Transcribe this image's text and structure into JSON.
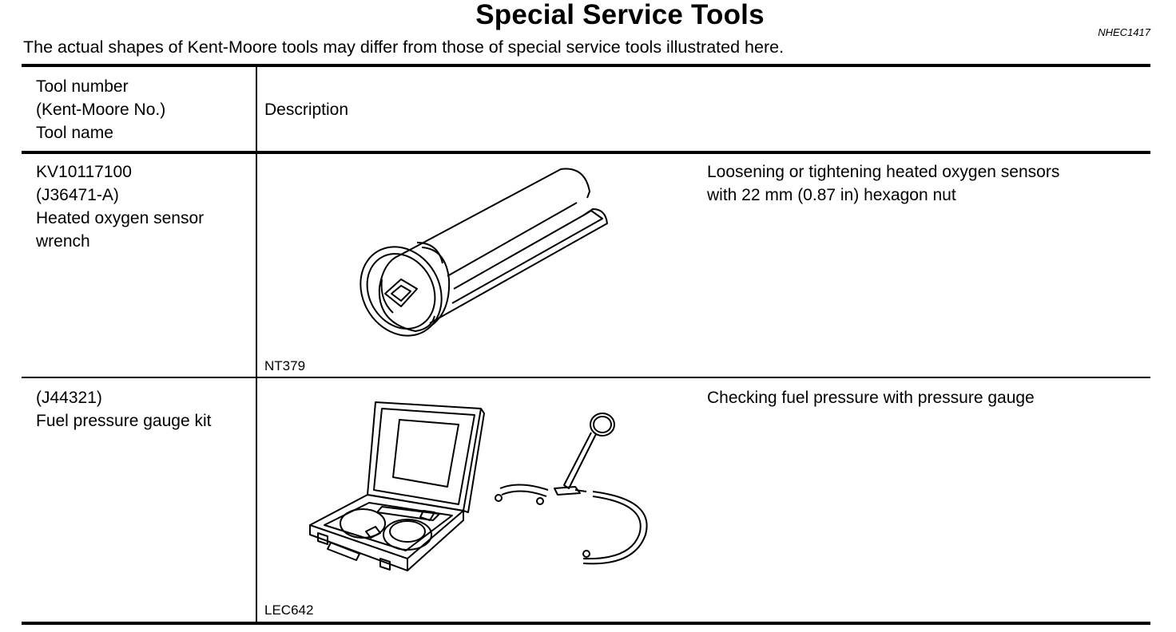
{
  "page": {
    "title": "Special Service Tools",
    "doc_code": "NHEC1417",
    "note": "The actual shapes of Kent-Moore tools may differ from those of special service tools illustrated here."
  },
  "table": {
    "header": {
      "tool_lines": [
        "Tool number",
        "(Kent-Moore No.)",
        "Tool name"
      ],
      "description": "Description"
    },
    "rows": [
      {
        "tool_lines": [
          "KV10117100",
          "(J36471-A)",
          "Heated oxygen sensor",
          "wrench"
        ],
        "figure_code": "NT379",
        "description_lines": [
          "Loosening or tightening heated oxygen sensors",
          "with 22 mm (0.87 in) hexagon nut"
        ]
      },
      {
        "tool_lines": [
          "(J44321)",
          "Fuel pressure gauge kit"
        ],
        "figure_code": "LEC642",
        "description_lines": [
          "Checking fuel pressure with pressure gauge"
        ]
      }
    ]
  }
}
